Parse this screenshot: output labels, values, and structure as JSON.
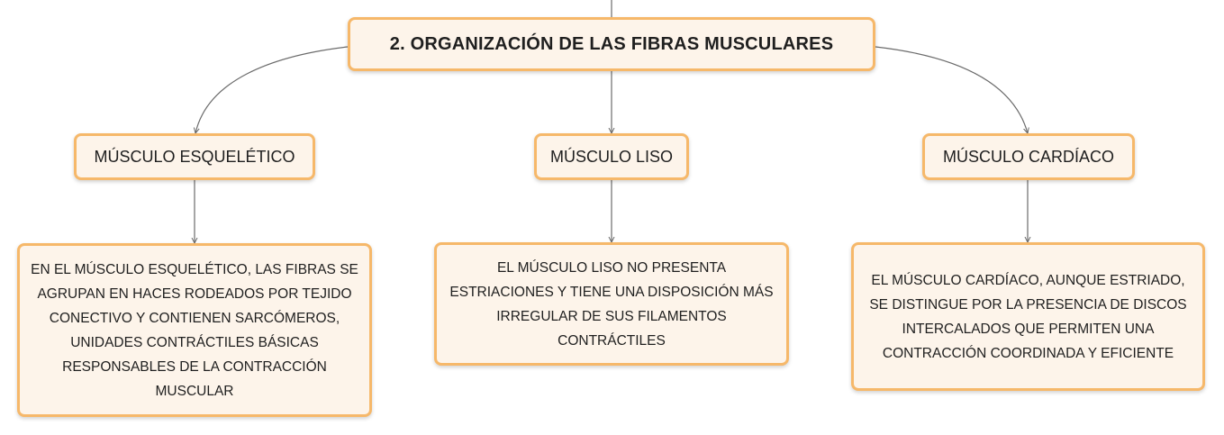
{
  "diagram": {
    "root": {
      "label": "2. ORGANIZACIÓN DE LAS FIBRAS MUSCULARES"
    },
    "branches": [
      {
        "label": "MÚSCULO ESQUELÉTICO",
        "detail": "EN EL MÚSCULO ESQUELÉTICO, LAS FIBRAS SE AGRUPAN EN HACES RODEADOS POR TEJIDO CONECTIVO Y CONTIENEN SARCÓMEROS, UNIDADES CONTRÁCTILES BÁSICAS RESPONSABLES DE LA CONTRACCIÓN MUSCULAR"
      },
      {
        "label": "MÚSCULO LISO",
        "detail": "EL MÚSCULO LISO NO PRESENTA ESTRIACIONES Y TIENE UNA DISPOSICIÓN MÁS IRREGULAR DE SUS FILAMENTOS CONTRÁCTILES"
      },
      {
        "label": "MÚSCULO CARDÍACO",
        "detail": "EL MÚSCULO CARDÍACO, AUNQUE ESTRIADO, SE DISTINGUE POR LA PRESENCIA DE DISCOS INTERCALADOS QUE PERMITEN UNA CONTRACCIÓN COORDINADA Y EFICIENTE"
      }
    ]
  },
  "colors": {
    "node_fill": "#fdf4ea",
    "node_border": "#f6b86a",
    "connector": "#6b6b6b"
  }
}
